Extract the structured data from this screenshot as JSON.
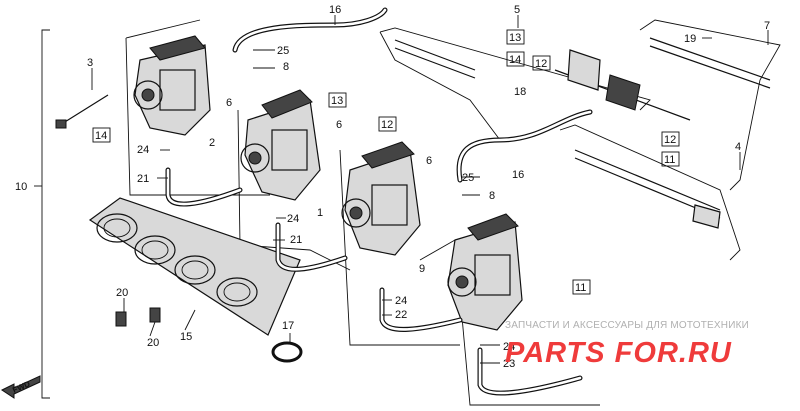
{
  "diagram": {
    "callouts": [
      "1",
      "2",
      "3",
      "4",
      "5",
      "6",
      "7",
      "8",
      "9",
      "10",
      "15",
      "16",
      "17",
      "19",
      "20",
      "21",
      "22",
      "23",
      "24",
      "25"
    ],
    "boxed_callouts": [
      "11",
      "12",
      "13",
      "14"
    ],
    "fwd_label": "FWD"
  },
  "watermark": {
    "text": "ЗАПЧАСТИ И АКСЕССУАРЫ ДЛЯ МОТОТЕХНИКИ",
    "logo": "PARTS FOR.RU",
    "logo_color": "#ef3b3b"
  },
  "colors": {
    "ink": "#111111",
    "background": "#ffffff",
    "watermark_gray": "#b0b0b0"
  }
}
